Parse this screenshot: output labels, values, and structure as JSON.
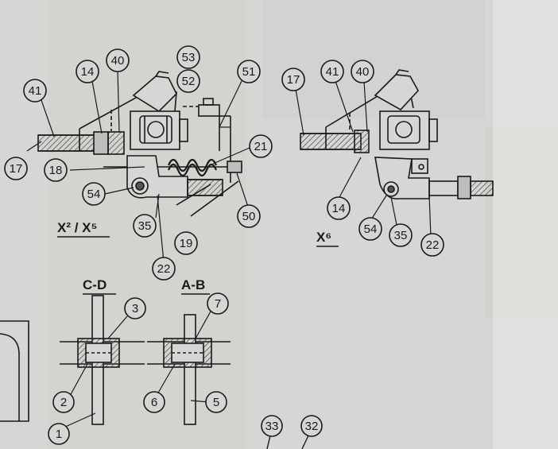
{
  "colors": {
    "paper": "#d6d6d4",
    "paper_light": "#e4e4e2",
    "ink": "#1a1a1a",
    "hatch": "#555555"
  },
  "views": {
    "x2_x5": {
      "label": "X² / X⁵"
    },
    "x6": {
      "label": "X⁶"
    },
    "section_cd": {
      "label": "C-D"
    },
    "section_ab": {
      "label": "A-B"
    }
  },
  "callouts": [
    {
      "id": "41a",
      "text": "41"
    },
    {
      "id": "14a",
      "text": "14"
    },
    {
      "id": "40a",
      "text": "40"
    },
    {
      "id": "53",
      "text": "53"
    },
    {
      "id": "52",
      "text": "52"
    },
    {
      "id": "51",
      "text": "51"
    },
    {
      "id": "17a",
      "text": "17"
    },
    {
      "id": "18",
      "text": "18"
    },
    {
      "id": "21",
      "text": "21"
    },
    {
      "id": "54a",
      "text": "54"
    },
    {
      "id": "50",
      "text": "50"
    },
    {
      "id": "35a",
      "text": "35"
    },
    {
      "id": "19",
      "text": "19"
    },
    {
      "id": "22a",
      "text": "22"
    },
    {
      "id": "17b",
      "text": "17"
    },
    {
      "id": "41b",
      "text": "41"
    },
    {
      "id": "40b",
      "text": "40"
    },
    {
      "id": "14b",
      "text": "14"
    },
    {
      "id": "54b",
      "text": "54"
    },
    {
      "id": "35b",
      "text": "35"
    },
    {
      "id": "22b",
      "text": "22"
    },
    {
      "id": "3",
      "text": "3"
    },
    {
      "id": "2",
      "text": "2"
    },
    {
      "id": "1",
      "text": "1"
    },
    {
      "id": "7",
      "text": "7"
    },
    {
      "id": "6",
      "text": "6"
    },
    {
      "id": "5",
      "text": "5"
    },
    {
      "id": "33",
      "text": "33"
    },
    {
      "id": "32",
      "text": "32"
    }
  ]
}
